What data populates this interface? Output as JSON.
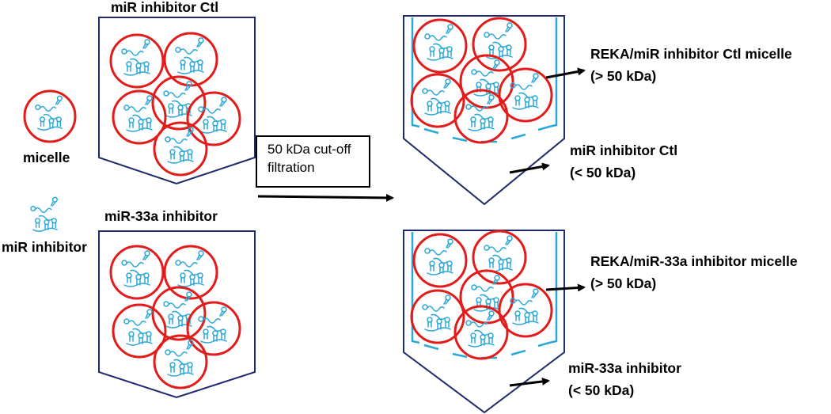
{
  "legend": {
    "micelle_label": "micelle",
    "inhibitor_label": "miR inhibitor"
  },
  "panels": {
    "top_left_title": "miR inhibitor Ctl",
    "bottom_left_title": "miR-33a inhibitor"
  },
  "filtration": {
    "line1": "50 kDa cut-off",
    "line2": "filtration"
  },
  "outputs": {
    "top_retained_line1": "REKA/miR inhibitor Ctl micelle",
    "top_retained_line2": "(> 50 kDa)",
    "top_filtrate_line1": "miR inhibitor Ctl",
    "top_filtrate_line2": "(< 50 kDa)",
    "bottom_retained_line1": "REKA/miR-33a inhibitor micelle",
    "bottom_retained_line2": "(> 50 kDa)",
    "bottom_filtrate_line1": "miR-33a inhibitor",
    "bottom_filtrate_line2": "(< 50 kDa)"
  },
  "colors": {
    "container": "#1f2a6b",
    "micelle": "#e21b1b",
    "rna": "#2aa8d8",
    "arrow": "#000000"
  }
}
